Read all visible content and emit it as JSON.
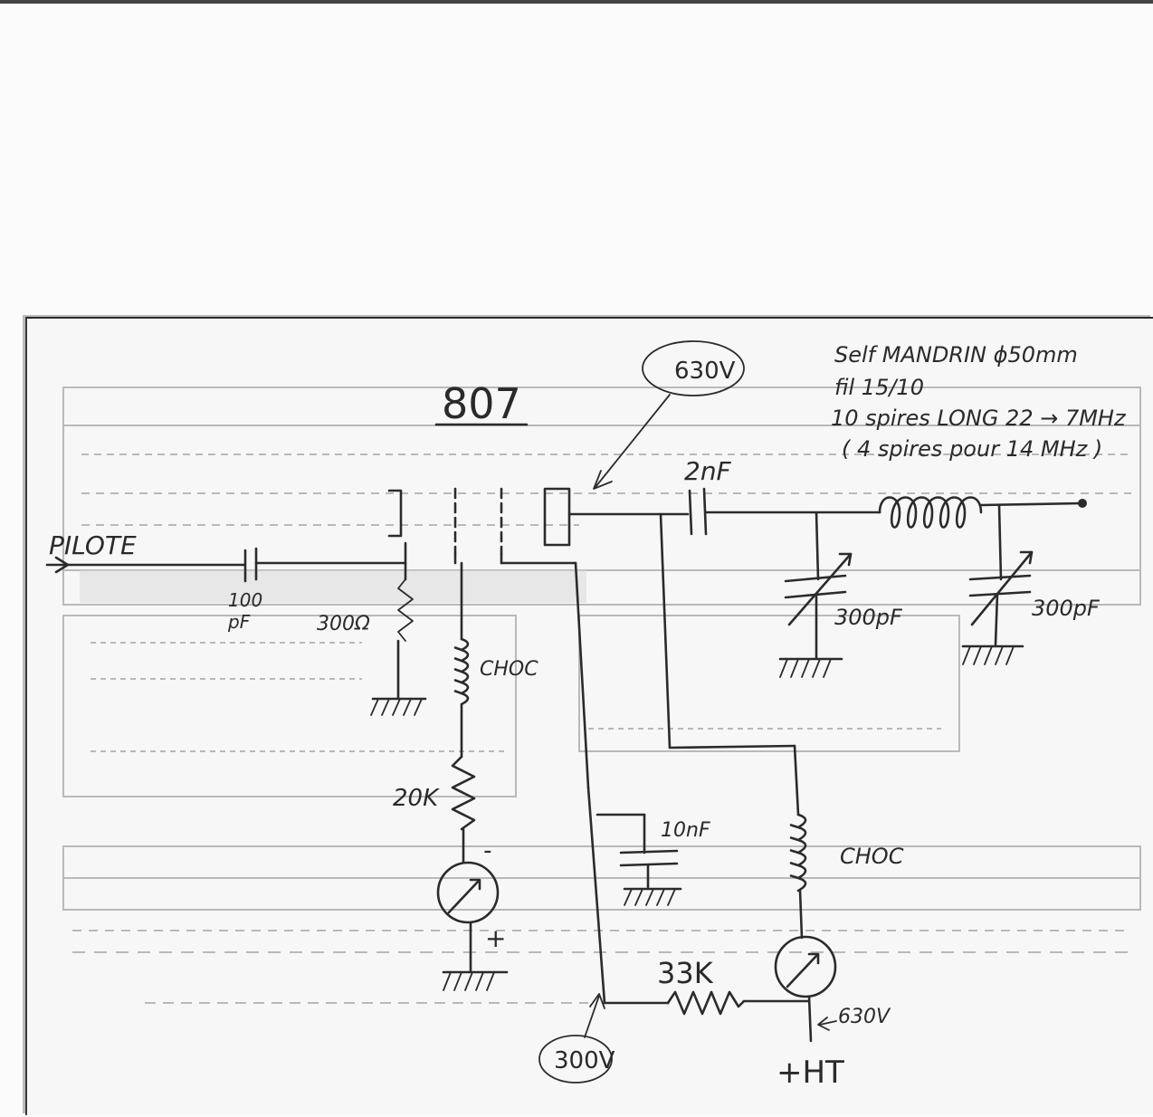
{
  "schematic": {
    "tube": "807",
    "input_label": "PILOTE",
    "input_cap": "100\npF",
    "grid_resistor": "300Ω",
    "grid_choke": "CHOC",
    "grid_resistor_2": "20K",
    "meter_polarity_minus": "-",
    "meter_polarity_plus": "+",
    "plate_voltage_callout": "630V",
    "coupling_cap": "2nF",
    "tank_cap_1": "300pF",
    "tank_cap_2": "300pF",
    "coil_note_line1": "Self MANDRIN ϕ50mm",
    "coil_note_line2": "fil 15/10",
    "coil_note_line3": "10 spires  LONG 22 → 7MHz",
    "coil_note_line4": "( 4 spires pour 14 MHz )",
    "screen_cap": "10nF",
    "plate_choke": "CHOC",
    "screen_resistor": "33K",
    "screen_voltage_callout": "300V",
    "ht_voltage": "630V",
    "ht_label": "+HT"
  },
  "colors": {
    "pencil": "#2b2b2b",
    "paper": "#f7f7f7",
    "ghost_print": "#c4c4c4"
  }
}
